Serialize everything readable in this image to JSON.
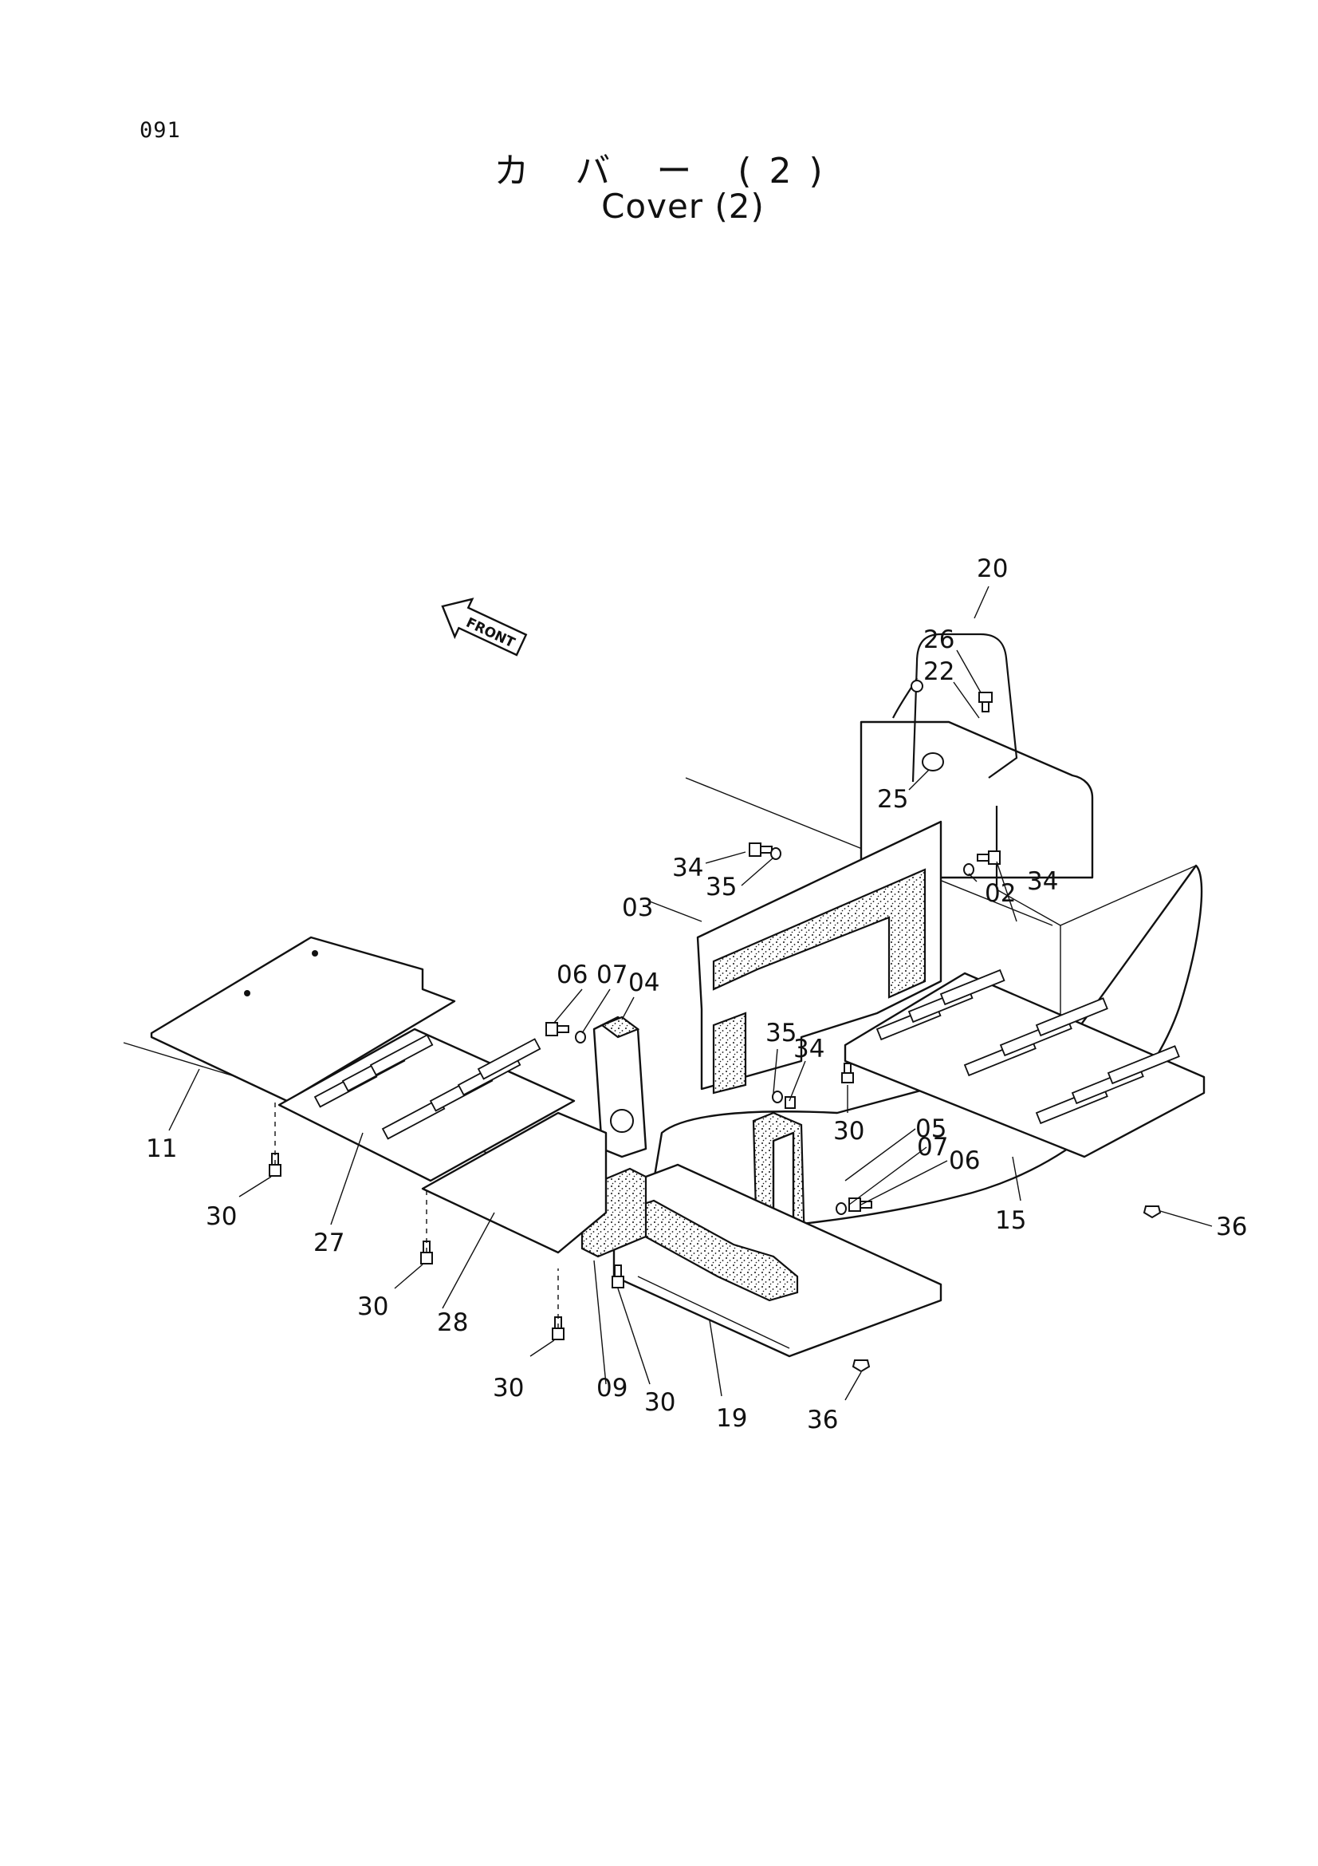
{
  "page_number": "091",
  "title_jp": "カ バ ー (2)",
  "title_en": "Cover (2)",
  "front_arrow_label": "FRONT",
  "callouts": [
    "20",
    "26",
    "22",
    "25",
    "34",
    "35",
    "03",
    "02",
    "34",
    "06",
    "07",
    "04",
    "35",
    "34",
    "05",
    "07",
    "06",
    "30",
    "11",
    "27",
    "30",
    "30",
    "28",
    "30",
    "09",
    "30",
    "19",
    "36",
    "15",
    "36"
  ]
}
